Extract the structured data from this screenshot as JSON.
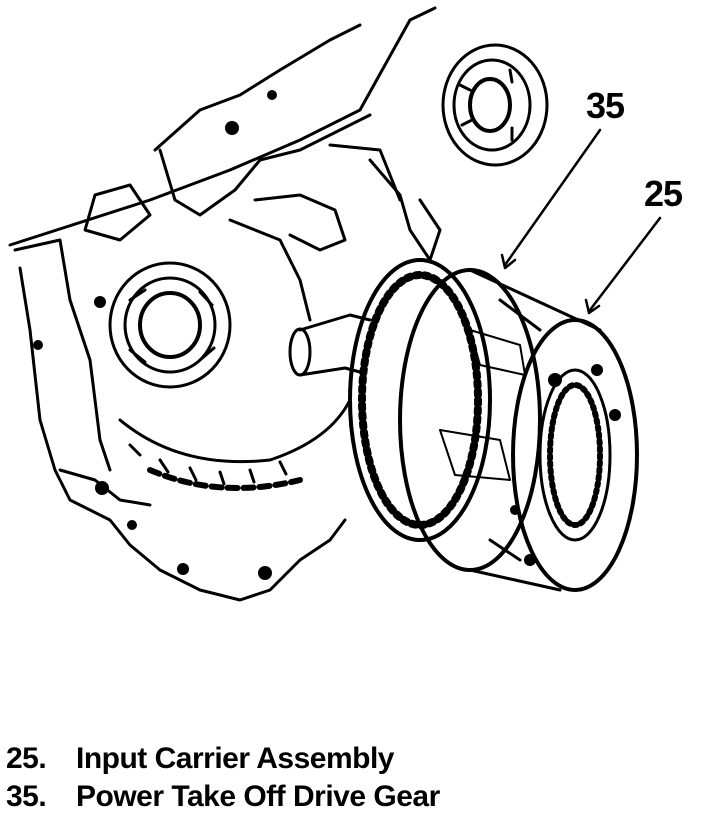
{
  "callouts": {
    "c35": "35",
    "c25": "25"
  },
  "legend": [
    {
      "number": "25.",
      "text": "Input Carrier Assembly"
    },
    {
      "number": "35.",
      "text": "Power Take Off Drive Gear"
    }
  ]
}
